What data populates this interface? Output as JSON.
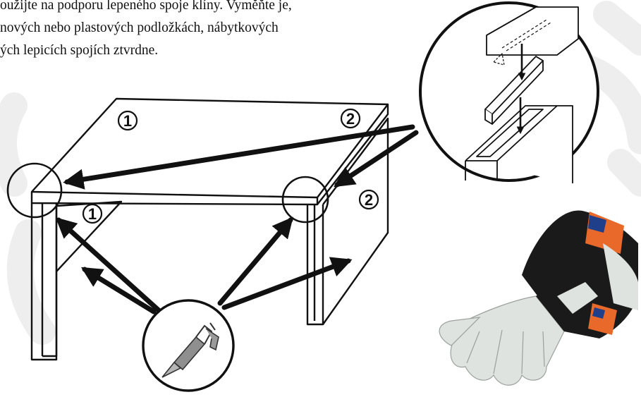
{
  "text_lines": [
    "oužijte na podporu lepeného spoje klíny. Vyměňte je,",
    "nových nebo plastových podložkách, nábytkových",
    "ých lepicích spojích ztvrdne."
  ],
  "labels": {
    "top_left_panel": "1",
    "top_right_panel": "2",
    "bracket_left": "1",
    "side_right_panel": "2"
  },
  "icons": {
    "wedge_detail": "joint-wedge-insert-icon",
    "glue_gun": "caulking-gun-icon",
    "gloves": "work-gloves-icon"
  },
  "colors": {
    "line": "#111111",
    "glove_leather": "#dfe3e0",
    "glove_black": "#1a1a1a",
    "glove_tag": "#e8692a",
    "watermark": "#eeeeee"
  }
}
